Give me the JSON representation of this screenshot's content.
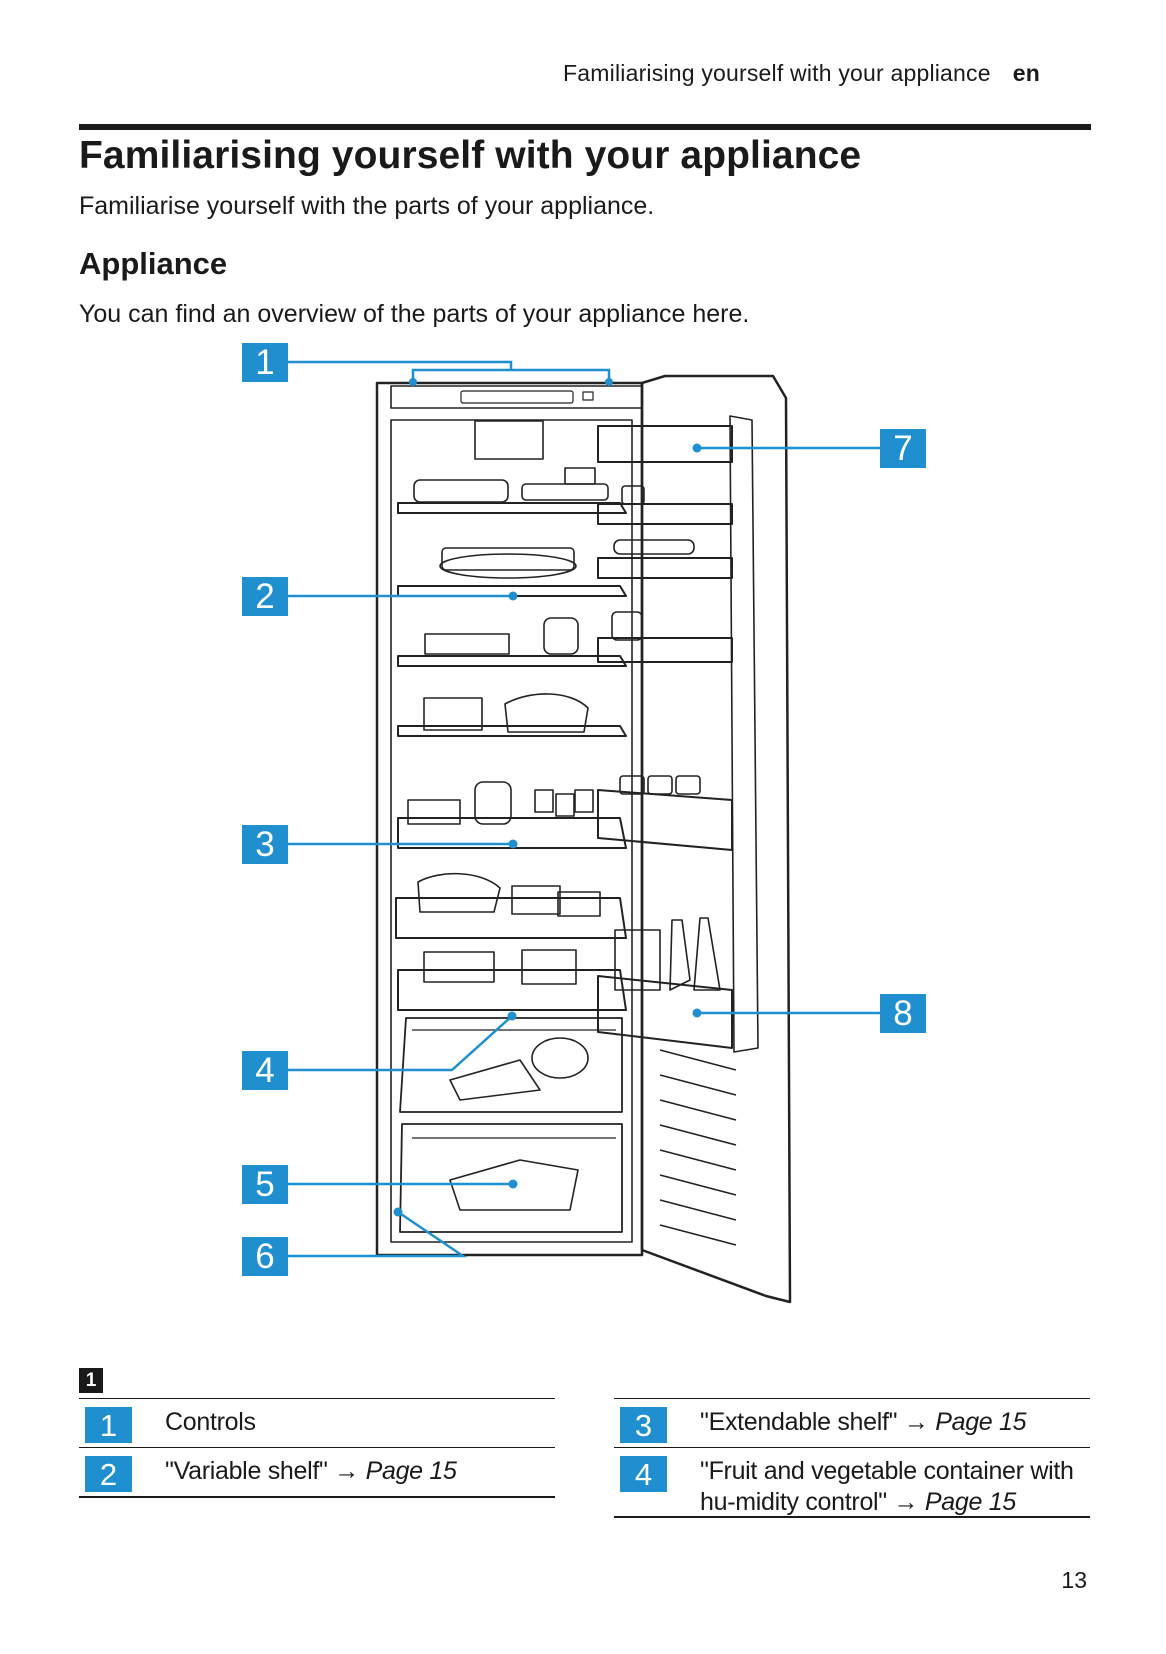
{
  "header": {
    "running_title": "Familiarising yourself with your appliance",
    "lang": "en"
  },
  "title": "Familiarising yourself with your appliance",
  "intro": "Familiarise yourself with the parts of your appliance.",
  "section": {
    "heading": "Appliance",
    "text": "You can find an overview of the parts of your appliance here."
  },
  "callouts": [
    "1",
    "2",
    "3",
    "4",
    "5",
    "6",
    "7",
    "8"
  ],
  "legend_marker": "1",
  "parts_left": [
    {
      "num": "1",
      "label": "Controls",
      "arrow": "",
      "ref": ""
    },
    {
      "num": "2",
      "label": "\"Variable shelf\"",
      "arrow": "→",
      "ref": "Page 15"
    }
  ],
  "parts_right": [
    {
      "num": "3",
      "label": "\"Extendable shelf\"",
      "arrow": "→",
      "ref": "Page 15"
    },
    {
      "num": "4",
      "label": "\"Fruit and vegetable container with hu-midity control\"",
      "arrow": "→",
      "ref": "Page 15"
    }
  ],
  "page_number": "13",
  "colors": {
    "accent": "#1f8fd0",
    "ink": "#1a1a1a"
  }
}
